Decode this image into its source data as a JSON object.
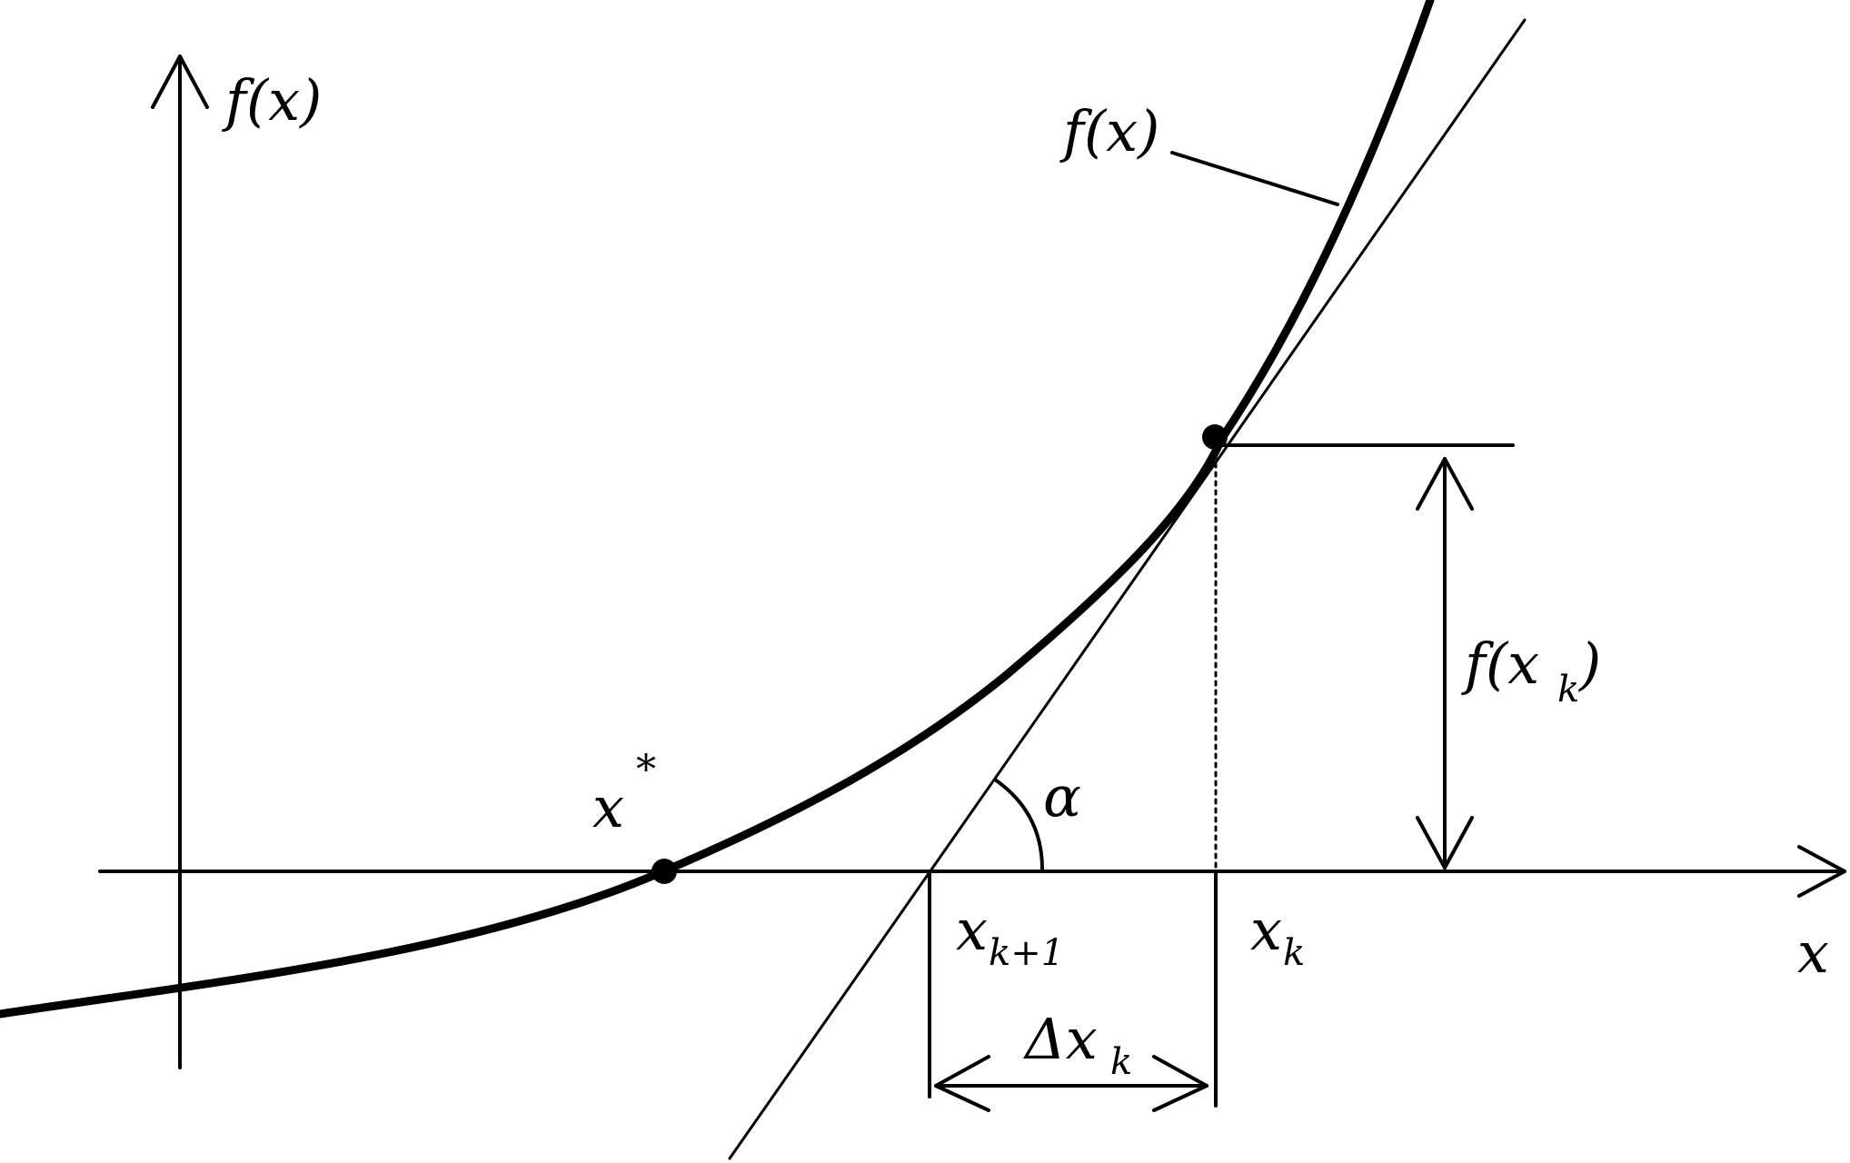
{
  "labels": {
    "y_axis": "f(x)",
    "x_axis": "x",
    "curve": "f(x)",
    "root": "x",
    "root_sup": "*",
    "angle": "α",
    "x_next": "x",
    "x_next_sub": "k+1",
    "x_k": "x",
    "x_k_sub": "k",
    "f_xk_open": "f(x",
    "f_xk_sub": "k",
    "f_xk_close": ")",
    "delta": "Δx",
    "delta_sub": "k"
  },
  "colors": {
    "ink": "#000000",
    "background": "#ffffff"
  }
}
